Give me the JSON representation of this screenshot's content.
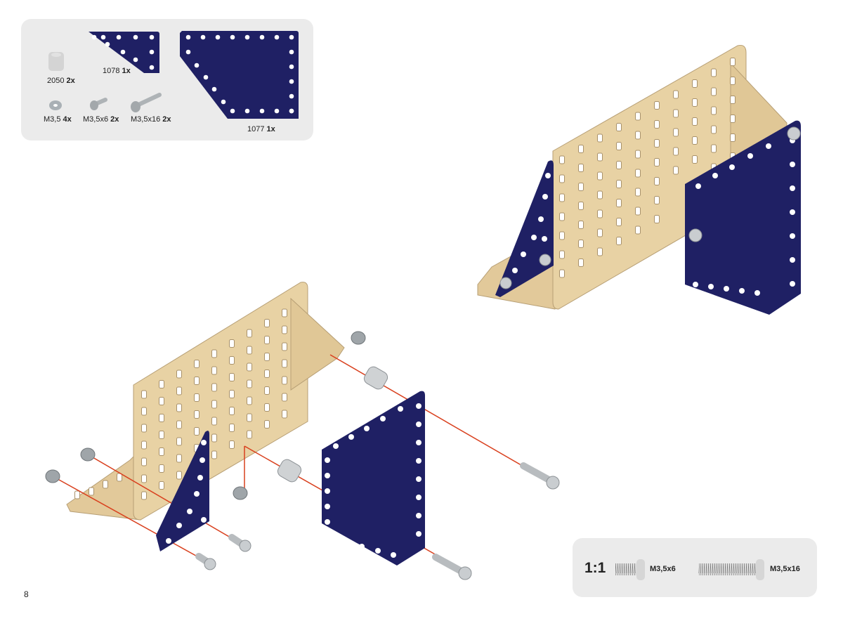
{
  "parts": [
    {
      "id": "2050",
      "qty": "2x",
      "icon": "spacer"
    },
    {
      "id": "1078",
      "qty": "1x",
      "icon": "small-plate"
    },
    {
      "id": "1077",
      "qty": "1x",
      "icon": "large-plate"
    },
    {
      "id": "M3,5",
      "qty": "4x",
      "icon": "nut"
    },
    {
      "id": "M3,5x6",
      "qty": "2x",
      "icon": "short-screw"
    },
    {
      "id": "M3,5x16",
      "qty": "2x",
      "icon": "long-screw"
    }
  ],
  "scale": {
    "ratio": "1:1",
    "screws": [
      "M3,5x6",
      "M3,5x16"
    ]
  },
  "page_number": "8",
  "colors": {
    "plate": "#1f2064",
    "wood": "#e6cfa0",
    "guide": "#d9401e",
    "panel": "#ebebeb"
  }
}
